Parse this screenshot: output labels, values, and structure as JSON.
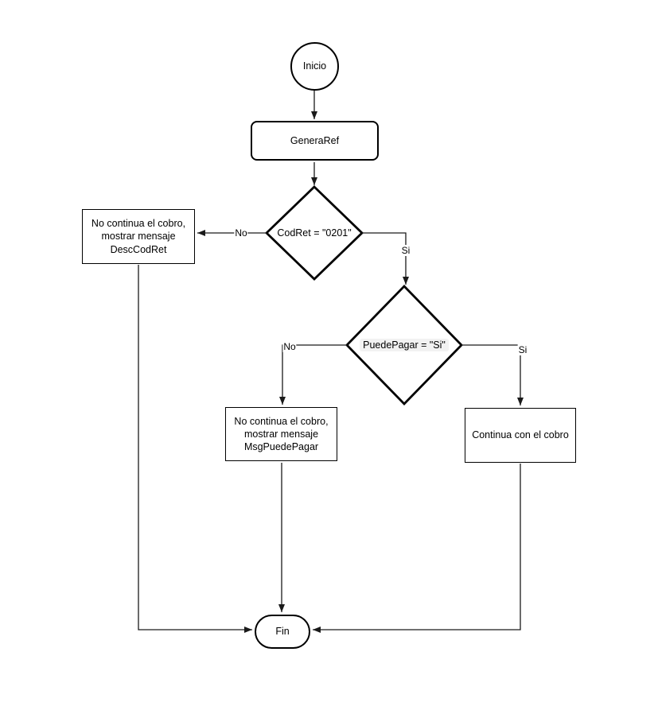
{
  "canvas": {
    "background_color": "#ffffff",
    "stroke_color": "#000000",
    "decision2_label_highlight_color": "#f2f2f2"
  },
  "nodes": {
    "start": {
      "label": "Inicio",
      "type": "start-circle"
    },
    "genera_ref": {
      "label": "GeneraRef",
      "type": "process"
    },
    "decision_codret": {
      "label": "CodRet = \"0201\"",
      "type": "decision"
    },
    "reject_codret": {
      "label": "No continua el cobro, mostrar mensaje DescCodRet",
      "type": "process"
    },
    "decision_puedepagar": {
      "label": "PuedePagar = \"Si\"",
      "type": "decision"
    },
    "reject_puedepagar": {
      "label": "No continua el cobro, mostrar mensaje MsgPuedePagar",
      "type": "process"
    },
    "accept": {
      "label": "Continua con el cobro",
      "type": "process"
    },
    "end": {
      "label": "Fin",
      "type": "terminator"
    }
  },
  "edge_labels": {
    "decision_codret_no": "No",
    "decision_codret_si": "Si",
    "decision_puedepagar_no": "No",
    "decision_puedepagar_si": "Si"
  }
}
